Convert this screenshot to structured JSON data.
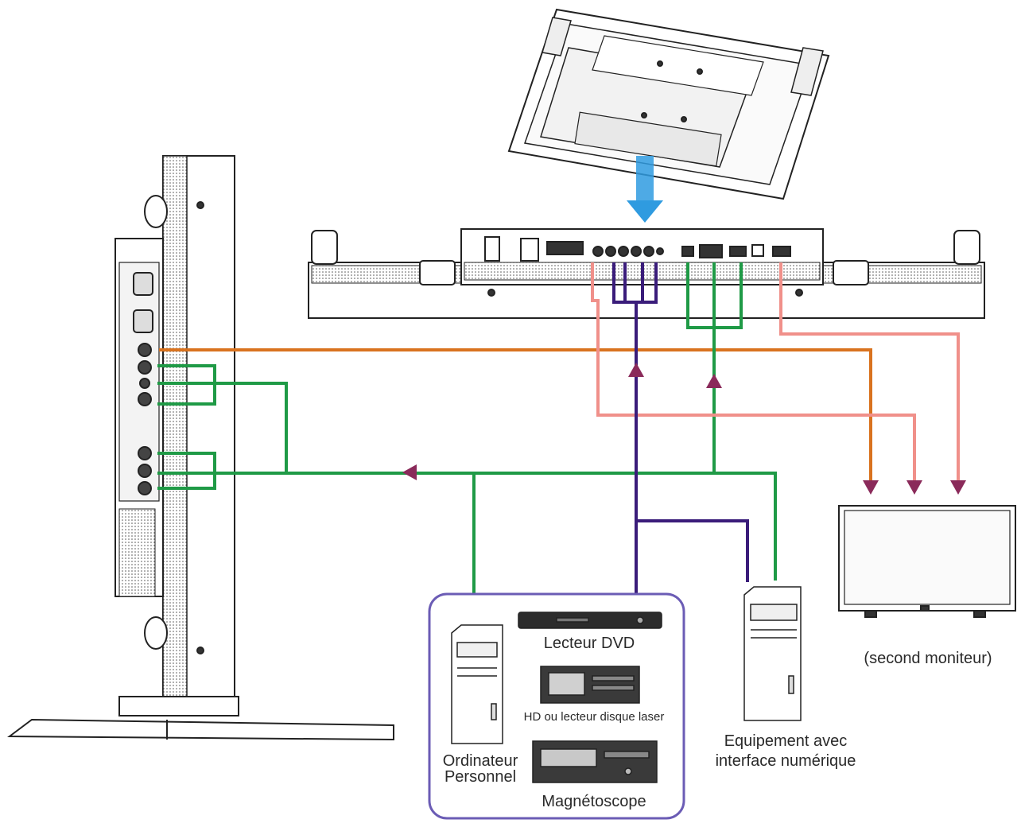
{
  "labels": {
    "dvd": "Lecteur DVD",
    "hd": "HD ou lecteur disque laser",
    "pc_line1": "Ordinateur",
    "pc_line2": "Personnel",
    "vcr": "Magnétoscope",
    "digital_line1": "Equipement avec",
    "digital_line2": "interface numérique",
    "second_monitor": "(second moniteur)"
  },
  "cable_colors": {
    "orange": "#d9731f",
    "green": "#1f9a46",
    "purple": "#3a1c7a",
    "pink": "#f0908a",
    "arrow": "#8a2a5a",
    "arrow_blue": "#2f9be0",
    "device_box": "#6b5cb5"
  }
}
